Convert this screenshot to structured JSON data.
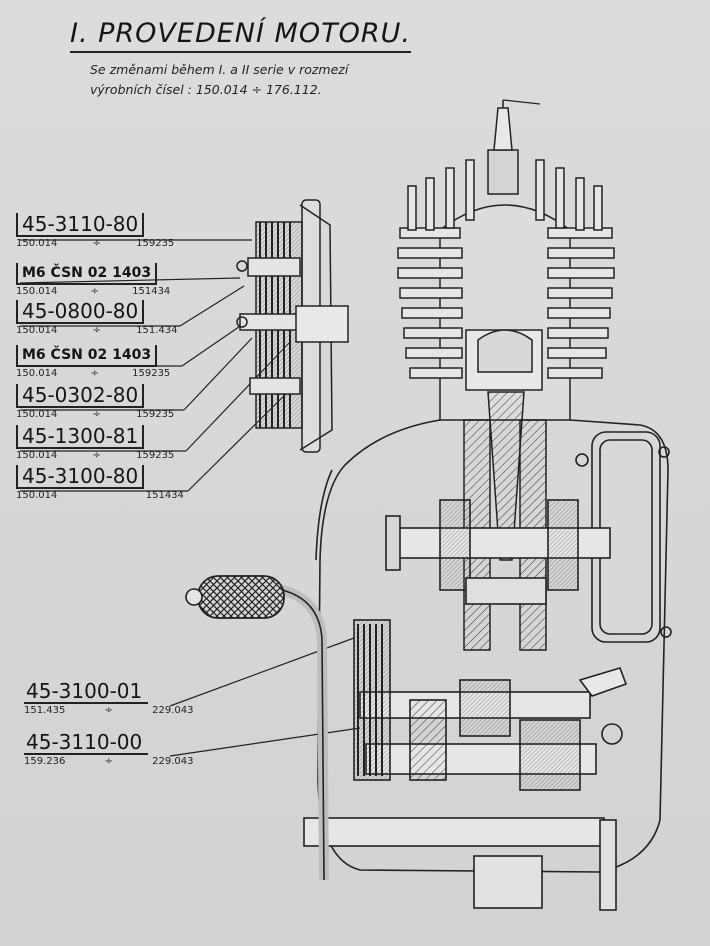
{
  "header": {
    "title": "I. PROVEDENÍ MOTORU.",
    "subtitle_line1": "Se změnami během I. a II serie v rozmezí",
    "subtitle_line2": "výrobních čísel : 150.014 ÷ 176.112."
  },
  "labels": [
    {
      "code": "45-3110-80",
      "from": "150.014",
      "sep": "÷",
      "to": "159235"
    },
    {
      "code": "M6 ČSN 02 1403",
      "from": "150.014",
      "sep": "÷",
      "to": "151434"
    },
    {
      "code": "45-0800-80",
      "from": "150.014",
      "sep": "÷",
      "to": "151.434"
    },
    {
      "code": "M6 ČSN 02 1403",
      "from": "150.014",
      "sep": "÷",
      "to": "159235"
    },
    {
      "code": "45-0302-80",
      "from": "150.014",
      "sep": "÷",
      "to": "159235"
    },
    {
      "code": "45-1300-81",
      "from": "150.014",
      "sep": "÷",
      "to": "159235"
    },
    {
      "code": "45-3100-80",
      "from": "150.014",
      "sep": "",
      "to": "151434"
    }
  ],
  "lower_labels": [
    {
      "code": "45-3100-01",
      "from": "151.435",
      "sep": "÷",
      "to": "229.043"
    },
    {
      "code": "45-3110-00",
      "from": "159.236",
      "sep": "÷",
      "to": "229.043"
    }
  ]
}
